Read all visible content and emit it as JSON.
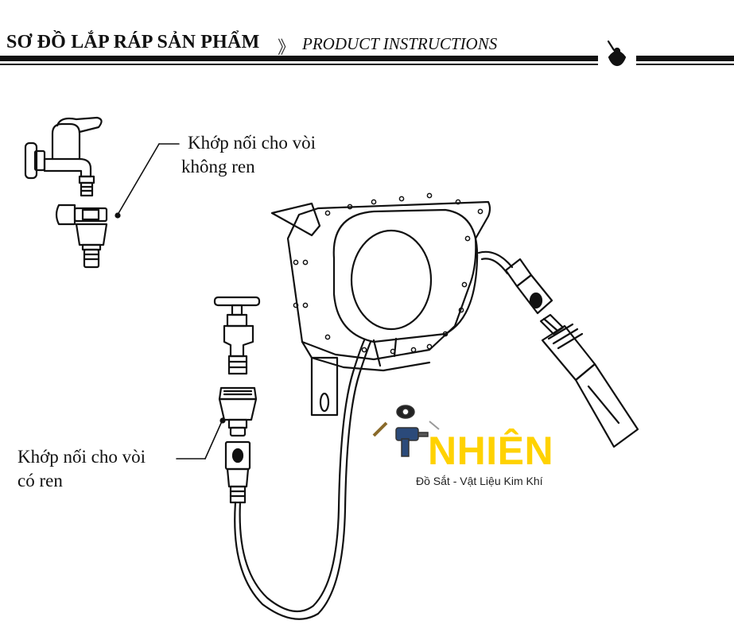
{
  "header": {
    "title_vi": "SƠ ĐỒ LẮP RÁP SẢN PHẨM",
    "separator": "》",
    "title_en": "PRODUCT INSTRUCTIONS"
  },
  "labels": {
    "unthreaded_line1": "Khớp nối cho vòi",
    "unthreaded_line2": "không ren",
    "threaded_line1": "Khớp nối cho vòi",
    "threaded_line2": "có ren"
  },
  "watermark": {
    "name": "NHIÊN",
    "tagline": "Đồ Sắt - Vật Liệu Kim Khí",
    "brand_color": "#ffd200"
  },
  "colors": {
    "line": "#111111",
    "background": "#ffffff"
  }
}
